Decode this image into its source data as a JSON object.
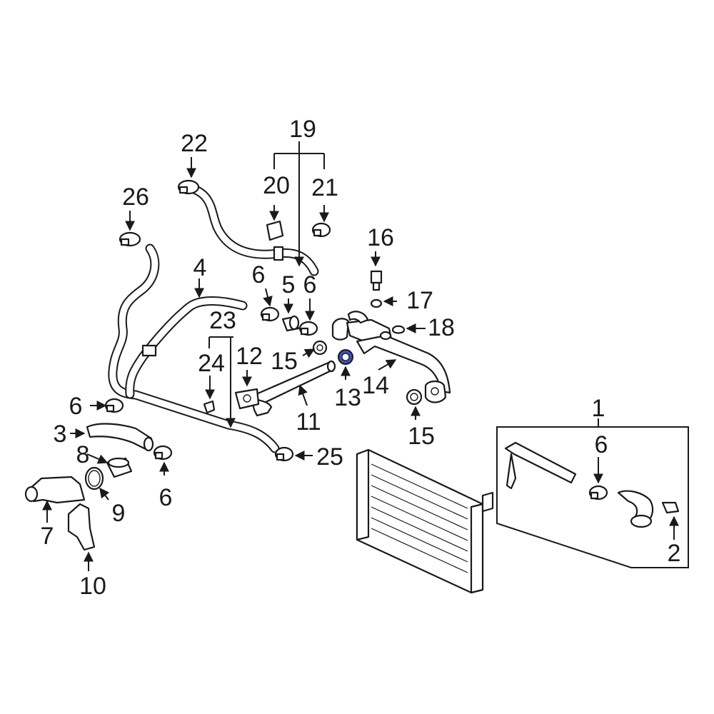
{
  "diagram": {
    "highlight_color": "#3a4fbf",
    "line_color": "#1a1a1a",
    "highlighted_part": "13",
    "callouts": {
      "c1": "1",
      "c2": "2",
      "c3": "3",
      "c4": "4",
      "c5": "5",
      "c6a": "6",
      "c6b": "6",
      "c6c": "6",
      "c6d": "6",
      "c6e": "6",
      "c7": "7",
      "c8": "8",
      "c9": "9",
      "c10": "10",
      "c11": "11",
      "c12": "12",
      "c13": "13",
      "c14": "14",
      "c15a": "15",
      "c15b": "15",
      "c16": "16",
      "c17": "17",
      "c18": "18",
      "c19": "19",
      "c20": "20",
      "c21": "21",
      "c22": "22",
      "c23": "23",
      "c24": "24",
      "c25": "25",
      "c26": "26"
    }
  }
}
